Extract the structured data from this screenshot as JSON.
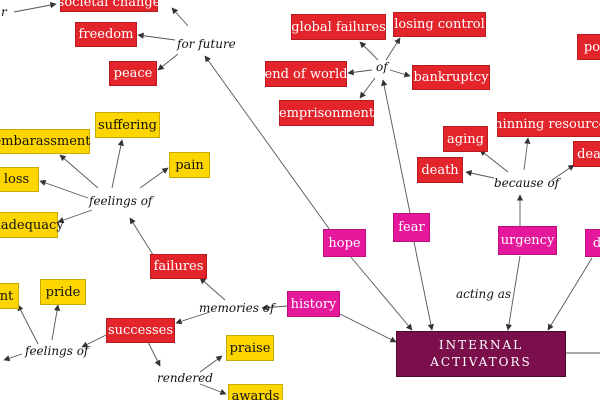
{
  "colors": {
    "red": "#e3242b",
    "yellow": "#fdd600",
    "magenta": "#e5179b",
    "maroon": "#7b0f4c",
    "edge": "#444444"
  },
  "nodes": {
    "societal_change": "societal change",
    "freedom": "freedom",
    "peace": "peace",
    "global_failures": "global failures",
    "losing_control": "losing control",
    "end_of_world": "end of world",
    "bankruptcy": "bankruptcy",
    "emprisonment": "emprisonment",
    "po": "po",
    "aging": "aging",
    "thinning_resources": "thinning resources",
    "dea": "dea",
    "death": "death",
    "embarassment": "embarassment",
    "suffering": "suffering",
    "loss": "loss",
    "pain": "pain",
    "inadequacy": "inadequacy",
    "failures": "failures",
    "pride": "pride",
    "nt": "nt",
    "successes": "successes",
    "history": "history",
    "hope": "hope",
    "fear": "fear",
    "urgency": "urgency",
    "d": "d",
    "praise": "praise",
    "awards": "awards",
    "internal_activators_line1": "INTERNAL",
    "internal_activators_line2": "ACTIVATORS"
  },
  "labels": {
    "r_edge": "r",
    "for_future": "for future",
    "of": "of",
    "because_of": "because of",
    "feelings_of_1": "feelings of",
    "feelings_of_2": "feelings of",
    "memories_of": "memories of",
    "acting_as": "acting as",
    "rendered": "rendered"
  }
}
